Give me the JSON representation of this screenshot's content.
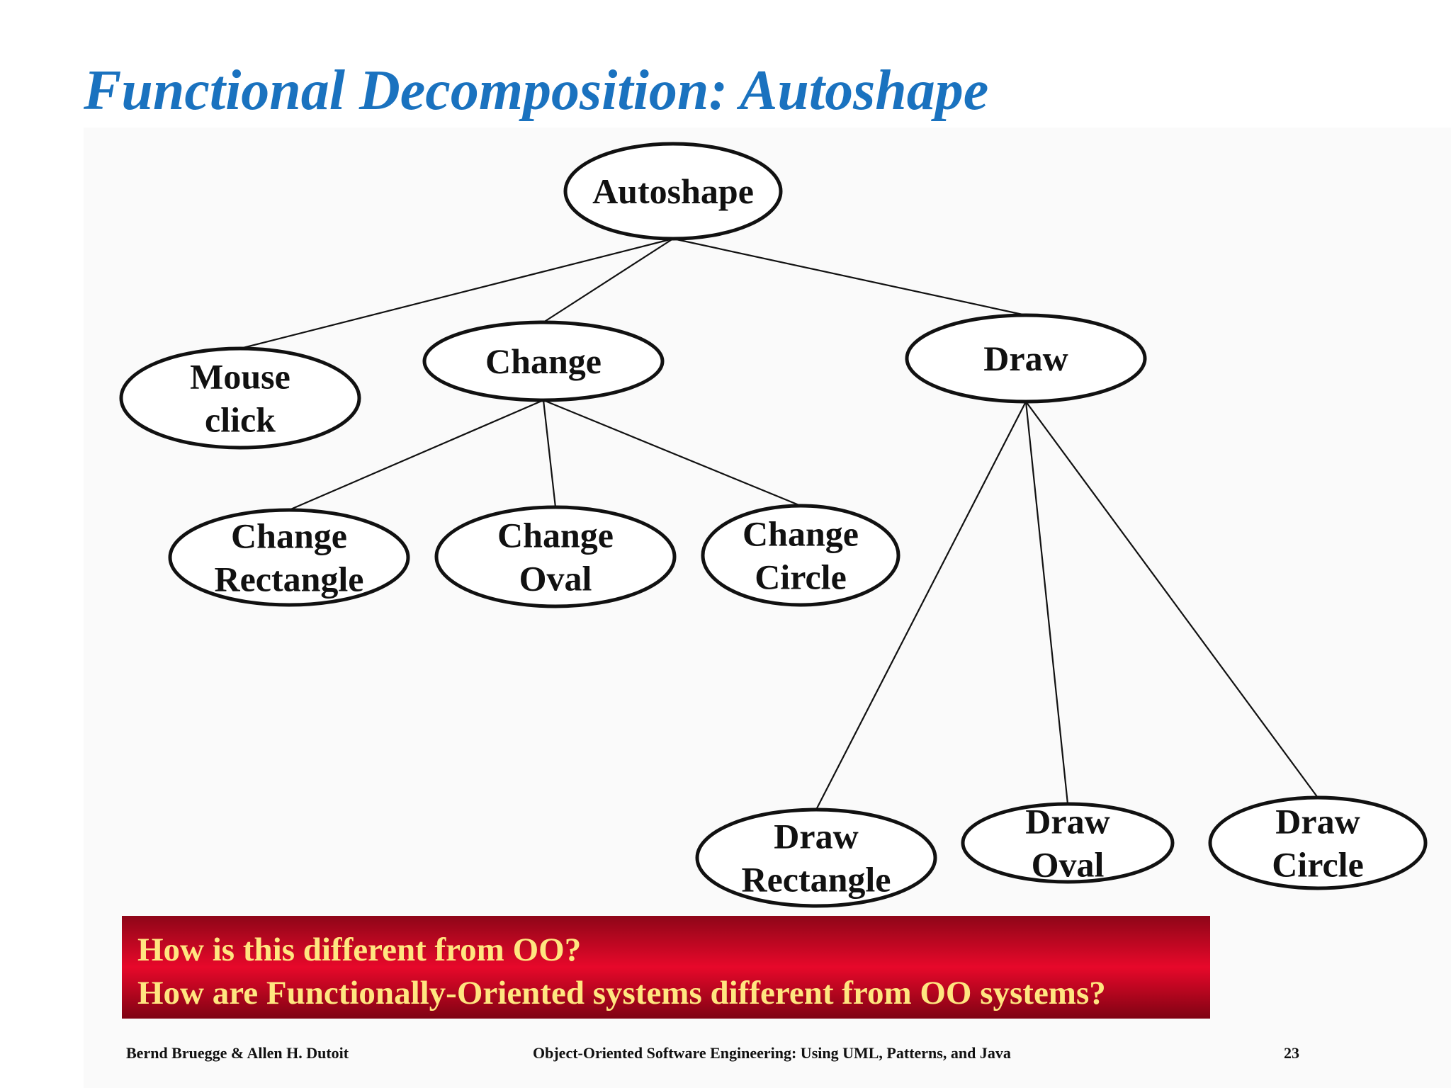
{
  "title": "Functional Decomposition: Autoshape",
  "diagram": {
    "nodes": [
      {
        "id": "autoshape",
        "lines": [
          "Autoshape"
        ]
      },
      {
        "id": "mouse-click",
        "lines": [
          "Mouse",
          "click"
        ]
      },
      {
        "id": "change",
        "lines": [
          "Change"
        ]
      },
      {
        "id": "draw",
        "lines": [
          "Draw"
        ]
      },
      {
        "id": "change-rectangle",
        "lines": [
          "Change",
          "Rectangle"
        ]
      },
      {
        "id": "change-oval",
        "lines": [
          "Change",
          "Oval"
        ]
      },
      {
        "id": "change-circle",
        "lines": [
          "Change",
          "Circle"
        ]
      },
      {
        "id": "draw-rectangle",
        "lines": [
          "Draw",
          "Rectangle"
        ]
      },
      {
        "id": "draw-oval",
        "lines": [
          "Draw",
          "Oval"
        ]
      },
      {
        "id": "draw-circle",
        "lines": [
          "Draw",
          "Circle"
        ]
      }
    ],
    "edges": [
      [
        "autoshape",
        "mouse-click"
      ],
      [
        "autoshape",
        "change"
      ],
      [
        "autoshape",
        "draw"
      ],
      [
        "change",
        "change-rectangle"
      ],
      [
        "change",
        "change-oval"
      ],
      [
        "change",
        "change-circle"
      ],
      [
        "draw",
        "draw-rectangle"
      ],
      [
        "draw",
        "draw-oval"
      ],
      [
        "draw",
        "draw-circle"
      ]
    ]
  },
  "questions": [
    "How is this different from OO?",
    "How are Functionally-Oriented systems different from OO systems?"
  ],
  "footer": {
    "authors": "Bernd Bruegge & Allen H. Dutoit",
    "book": "Object-Oriented Software Engineering: Using UML, Patterns, and Java",
    "page": "23"
  },
  "colors": {
    "title": "#1a72bf",
    "question_text": "#ffe680",
    "question_box": "#d4061f"
  }
}
